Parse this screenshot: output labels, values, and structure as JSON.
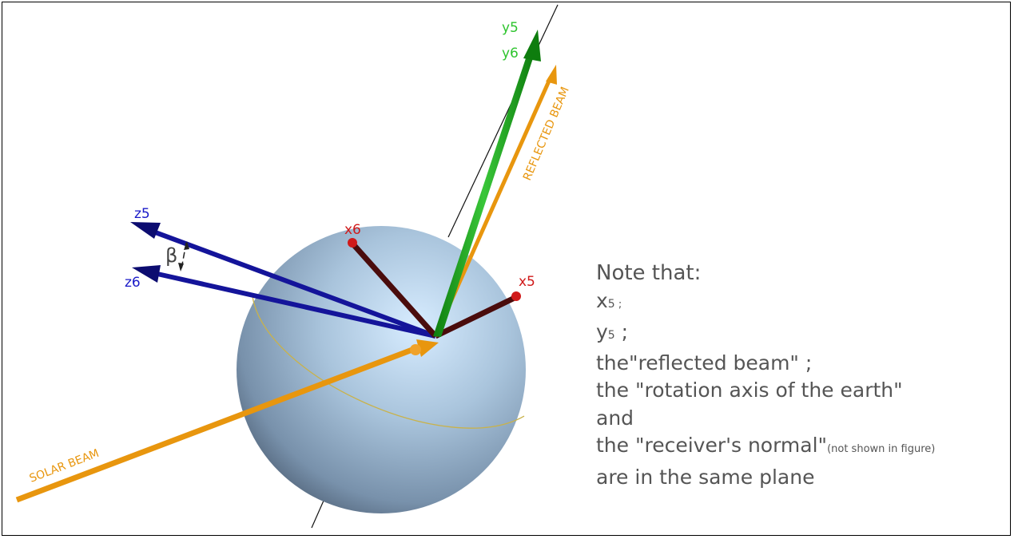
{
  "labels": {
    "y5": "y5",
    "y6": "y6",
    "z5": "z5",
    "z6": "z6",
    "x5": "x5",
    "x6": "x6",
    "beta": "β",
    "solar_beam": "SOLAR BEAM",
    "reflected_beam": "REFLECTED BEAM"
  },
  "note": {
    "heading": "Note that:",
    "line_x5_main": "x",
    "line_x5_sub": "5",
    "line_x5_sep": " ;",
    "line_y5_main": "y",
    "line_y5_sub": "5",
    "line_y5_sep": " ;",
    "line3": "the\"reflected beam\" ;",
    "line4": "the \"rotation axis of the earth\"",
    "line5": "and",
    "line6_main": "the \"receiver's normal\"",
    "line6_small": "(not shown in figure)",
    "line7": "are in the same plane"
  },
  "colors": {
    "orange": "#e8960e",
    "green": "#1fae1f",
    "blue": "#14149a",
    "red": "#d01a1a",
    "dark_red": "#4a0c0c",
    "sphere_center": "#cde6ff",
    "sphere_edge": "#5d7591"
  }
}
